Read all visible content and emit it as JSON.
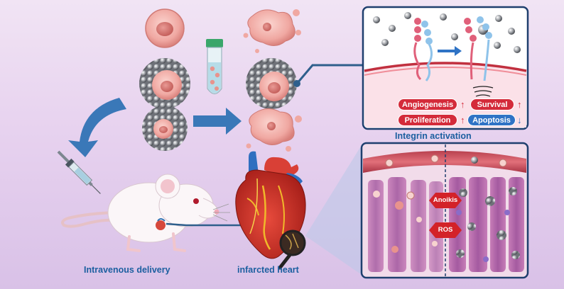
{
  "labels": {
    "intravenous": "Intravenous delivery",
    "heart": "infarcted heart",
    "integrin": "Integrin activation"
  },
  "effects": {
    "angiogenesis": "Angiogenesis",
    "proliferation": "Proliferation",
    "survival": "Survival",
    "apoptosis": "Apoptosis",
    "up_arrow": "↑",
    "down_arrow": "↓"
  },
  "stressors": {
    "anoikis": "Anoikis",
    "ros": "ROS"
  },
  "colors": {
    "background": "#e8d6ef",
    "panel_border": "#1f3f6e",
    "label_blue": "#1c5fa0",
    "tag_red": "#d42b3a",
    "tag_blue": "#2f73c5",
    "arrow_blue": "#3a78b8",
    "stop_red": "#d32228"
  }
}
